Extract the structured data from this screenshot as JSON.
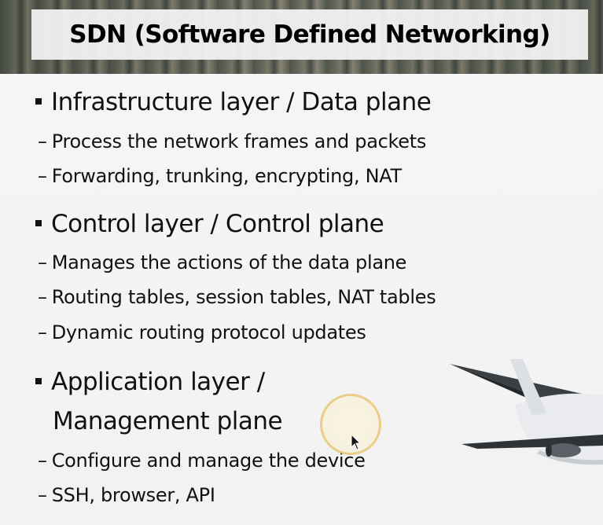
{
  "slide": {
    "title": "SDN (Software Defined Networking)",
    "sections": [
      {
        "heading": "Infrastructure layer / Data plane",
        "points": [
          "Process the network frames and packets",
          "Forwarding, trunking, encrypting, NAT"
        ]
      },
      {
        "heading": "Control layer / Control plane",
        "points": [
          "Manages the actions of the data plane",
          "Routing tables, session tables, NAT tables",
          "Dynamic routing protocol updates"
        ]
      },
      {
        "heading_line1": "Application layer /",
        "heading_line2": "Management plane",
        "points": [
          "Configure and manage the device",
          "SSH, browser, API"
        ]
      }
    ],
    "dash": "–"
  },
  "colors": {
    "text": "#111111",
    "pointer_ring": "#e8c878",
    "background": "#f4f4f4"
  },
  "icons": [
    "square-bullet-icon",
    "airplane-icon",
    "mouse-pointer-icon"
  ]
}
